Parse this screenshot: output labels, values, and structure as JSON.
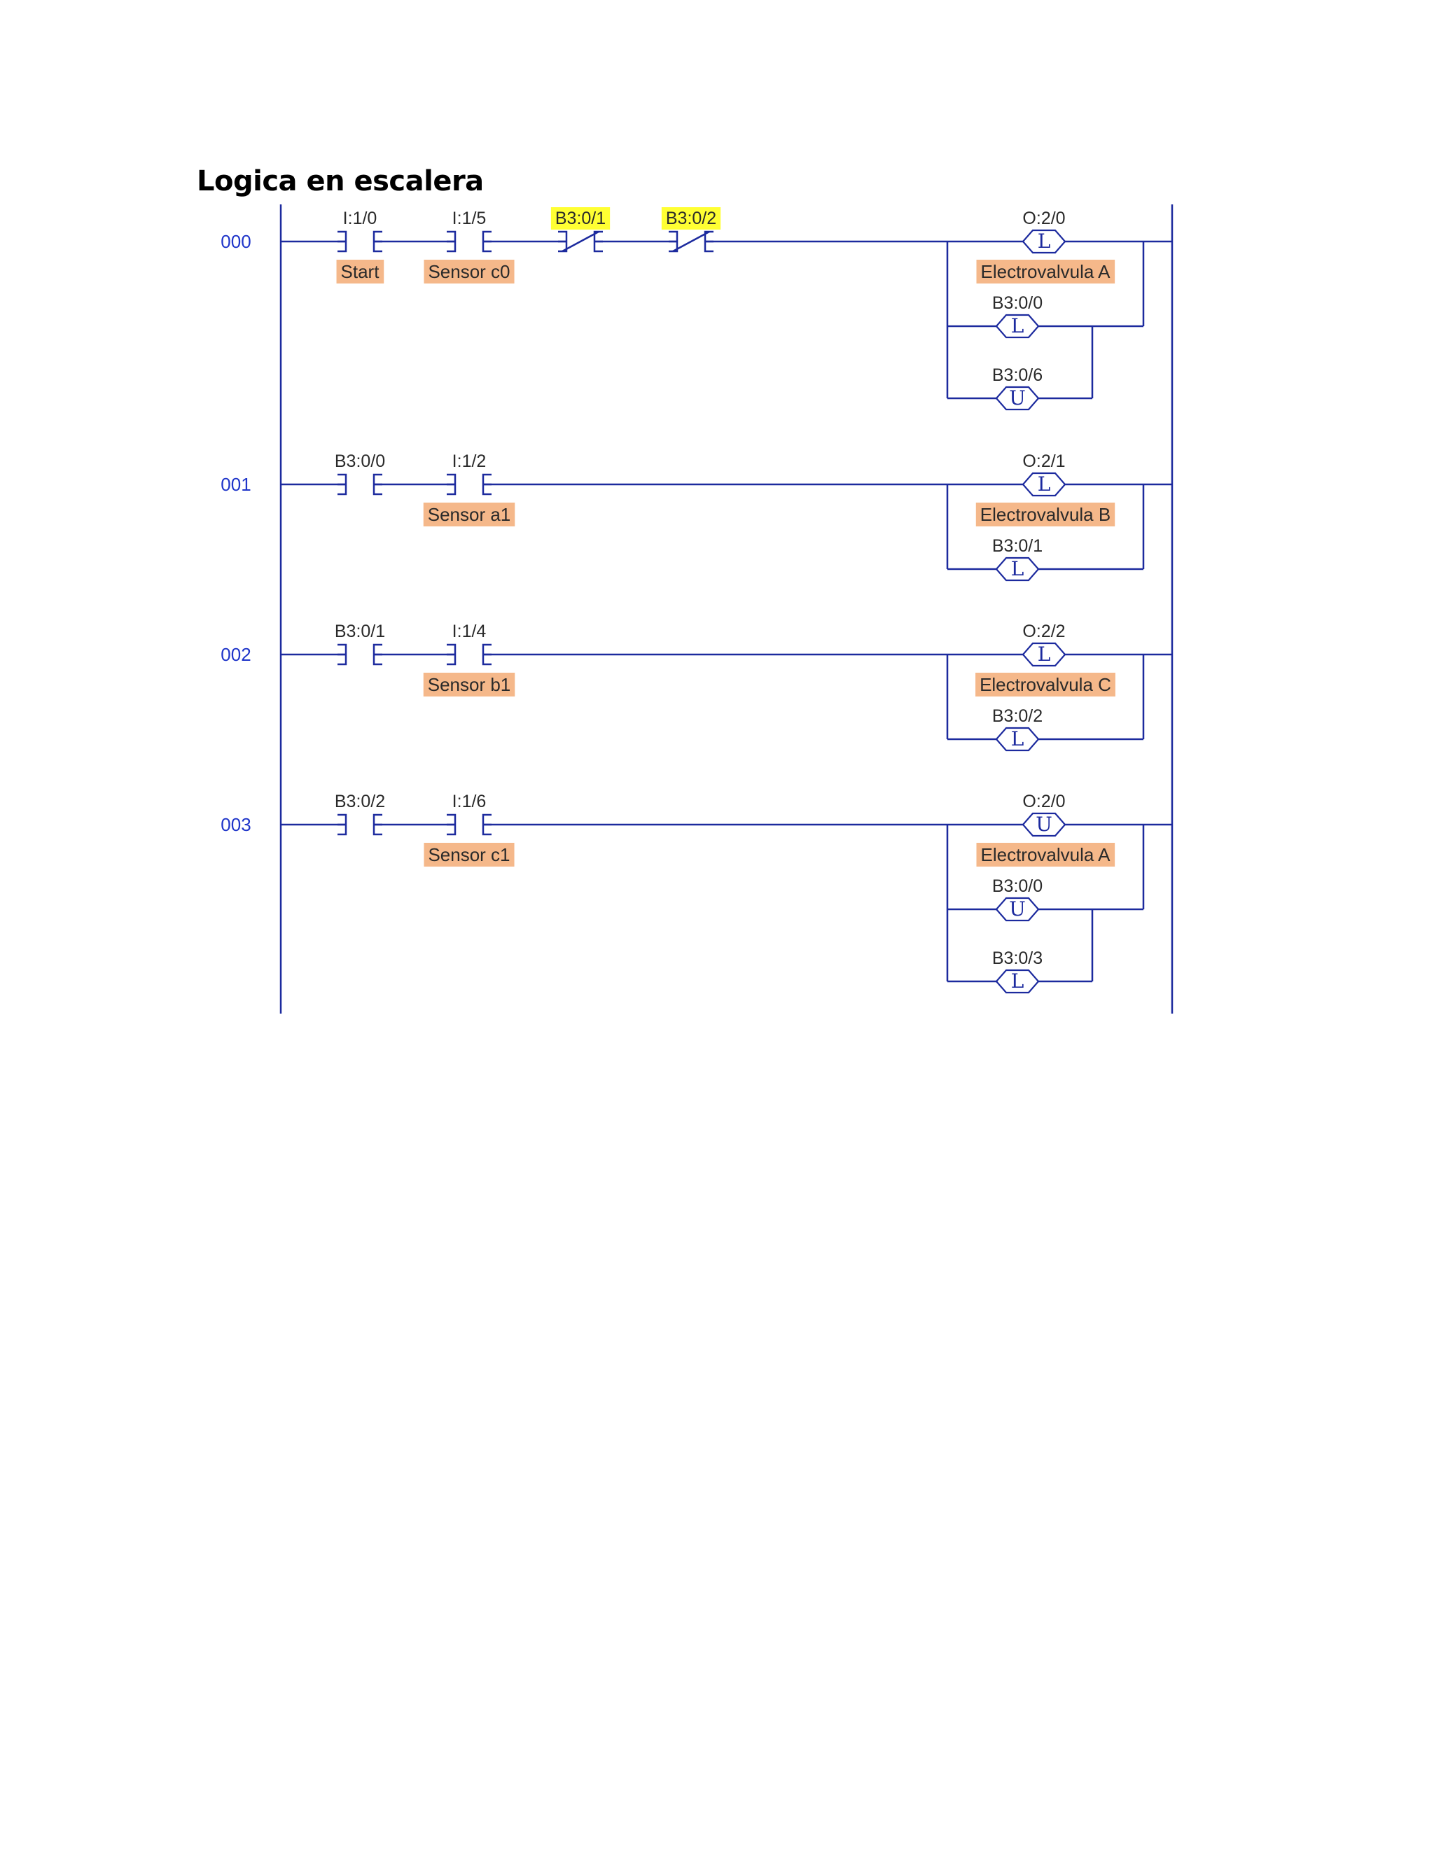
{
  "title": "Logica en escalera",
  "colors": {
    "wire": "#1c2a9e",
    "symbol_bg": "#f5b88a",
    "highlight": "#ffff33",
    "rung_number": "#1f35c9"
  },
  "rungs": [
    {
      "number": "000",
      "contacts": [
        {
          "address": "I:1/0",
          "type": "XIC",
          "symbol": "Start"
        },
        {
          "address": "I:1/5",
          "type": "XIC",
          "symbol": "Sensor c0"
        },
        {
          "address": "B3:0/1",
          "type": "XIO",
          "highlighted": true
        },
        {
          "address": "B3:0/2",
          "type": "XIO",
          "highlighted": true
        }
      ],
      "outputs": [
        {
          "address": "O:2/0",
          "instruction": "L",
          "symbol": "Electrovalvula A"
        },
        {
          "address": "B3:0/0",
          "instruction": "L"
        },
        {
          "address": "B3:0/6",
          "instruction": "U"
        }
      ]
    },
    {
      "number": "001",
      "contacts": [
        {
          "address": "B3:0/0",
          "type": "XIC"
        },
        {
          "address": "I:1/2",
          "type": "XIC",
          "symbol": "Sensor a1"
        }
      ],
      "outputs": [
        {
          "address": "O:2/1",
          "instruction": "L",
          "symbol": "Electrovalvula B"
        },
        {
          "address": "B3:0/1",
          "instruction": "L"
        }
      ]
    },
    {
      "number": "002",
      "contacts": [
        {
          "address": "B3:0/1",
          "type": "XIC"
        },
        {
          "address": "I:1/4",
          "type": "XIC",
          "symbol": "Sensor b1"
        }
      ],
      "outputs": [
        {
          "address": "O:2/2",
          "instruction": "L",
          "symbol": "Electrovalvula C"
        },
        {
          "address": "B3:0/2",
          "instruction": "L"
        }
      ]
    },
    {
      "number": "003",
      "contacts": [
        {
          "address": "B3:0/2",
          "type": "XIC"
        },
        {
          "address": "I:1/6",
          "type": "XIC",
          "symbol": "Sensor c1"
        }
      ],
      "outputs": [
        {
          "address": "O:2/0",
          "instruction": "U",
          "symbol": "Electrovalvula A"
        },
        {
          "address": "B3:0/0",
          "instruction": "U"
        },
        {
          "address": "B3:0/3",
          "instruction": "L"
        }
      ]
    }
  ]
}
